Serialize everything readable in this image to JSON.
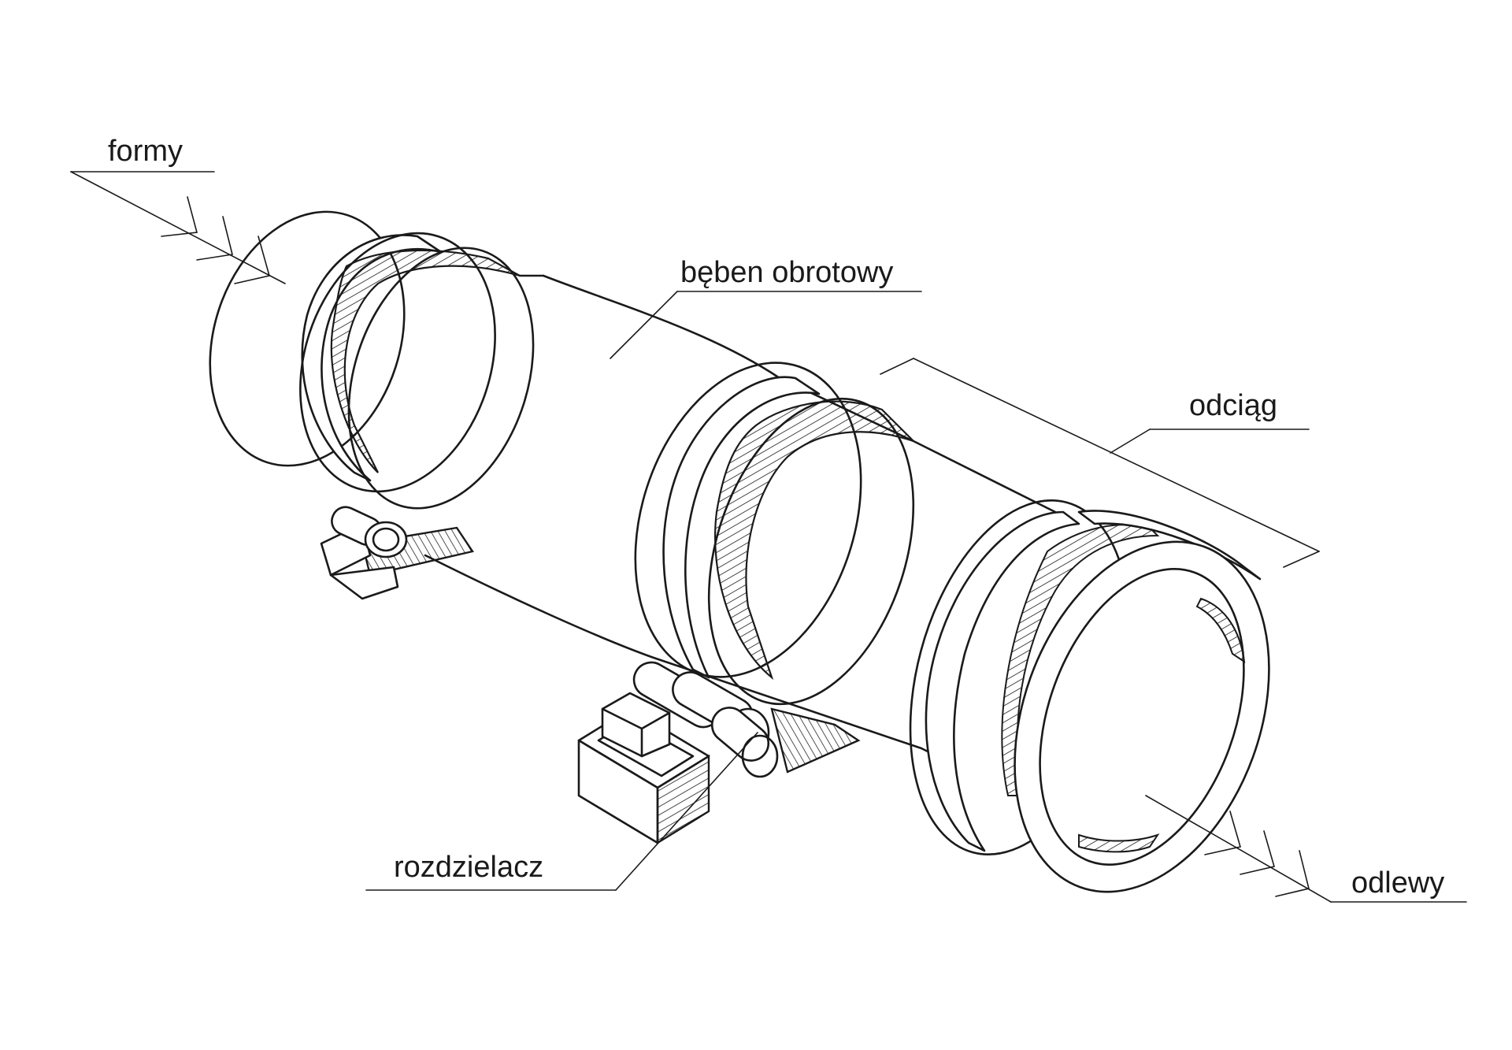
{
  "labels": {
    "molds": "formy",
    "drum": "bęben obrotowy",
    "extraction": "odciąg",
    "distributor": "rozdzielacz",
    "castings": "odlewy"
  },
  "colors": {
    "line": "#1a1a1a",
    "background": "#ffffff"
  }
}
